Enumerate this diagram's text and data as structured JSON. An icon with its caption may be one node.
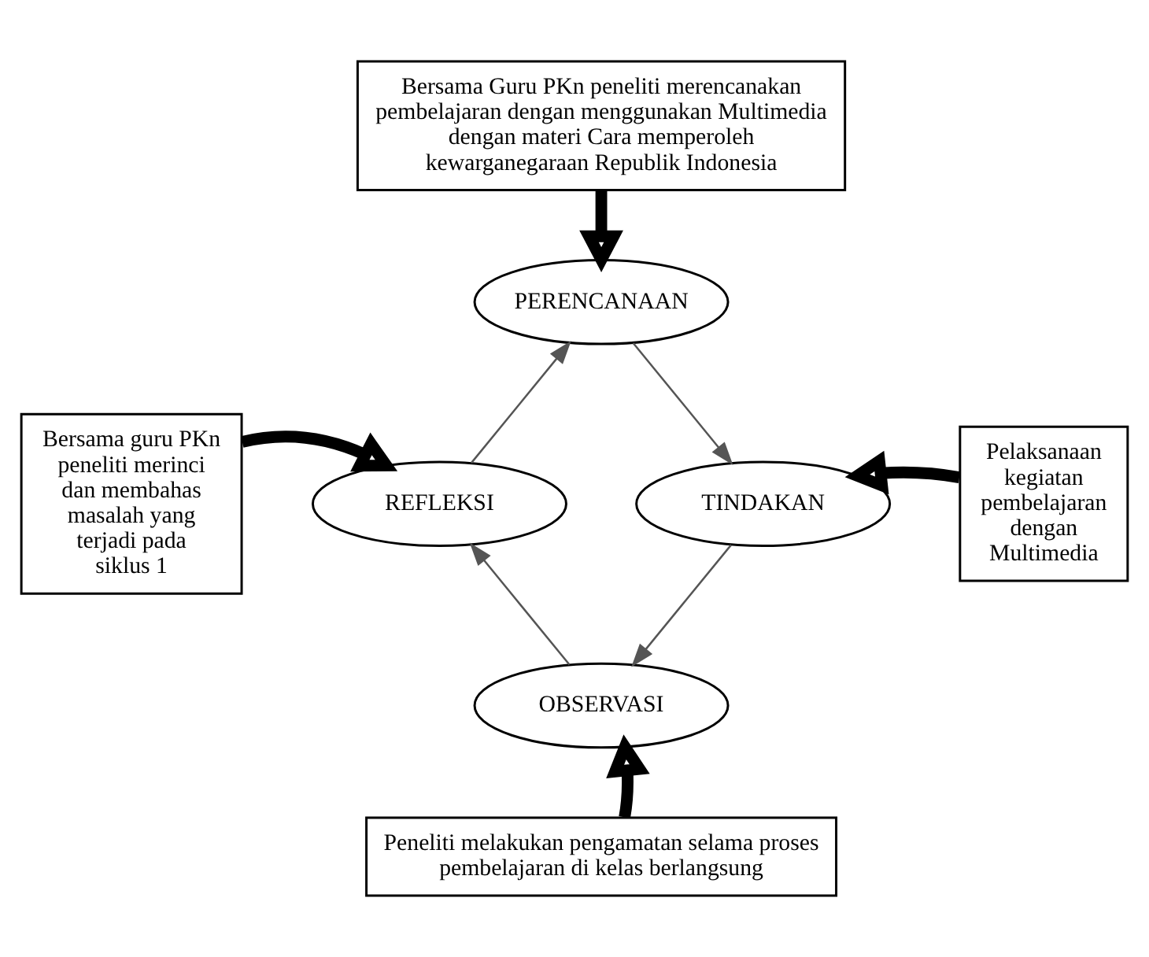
{
  "diagram": {
    "nodes": [
      {
        "text": [
          "Bersama Guru PKn peneliti merencanakan pembelajaran dengan menggunakan Multimedia dengan materi Cara memperoleh kewarganegaraan Republik Indonesia"
        ]
      },
      {
        "text": [
          "Bersama guru PKn peneliti merinci dan membahas masalah yang terjadi pada siklus 1"
        ]
      },
      {
        "text": [
          "Pelaksanaan kegiatan pembelajaran dengan Multimedia"
        ]
      },
      {
        "text": [
          "Peneliti melakukan pengamatan selama proses pembelajaran di kelas berlangsung"
        ]
      },
      {
        "text": [
          "PERENCANAAN"
        ]
      },
      {
        "text": [
          "REFLEKSI"
        ]
      },
      {
        "text": [
          "TINDAKAN"
        ]
      },
      {
        "text": [
          "OBSERVASI"
        ]
      }
    ],
    "edges": [
      {
        "from": 0,
        "to": 4,
        "arrow": "to",
        "style": "thick"
      },
      {
        "from": 1,
        "to": 5,
        "arrow": "to",
        "style": "thick"
      },
      {
        "from": 2,
        "to": 6,
        "arrow": "to",
        "style": "thick"
      },
      {
        "from": 3,
        "to": 7,
        "arrow": "to",
        "style": "thick"
      },
      {
        "from": 5,
        "to": 4,
        "arrow": "to"
      },
      {
        "from": 4,
        "to": 6,
        "arrow": "to"
      },
      {
        "from": 6,
        "to": 7,
        "arrow": "to"
      },
      {
        "from": 7,
        "to": 5,
        "arrow": "to"
      }
    ]
  }
}
